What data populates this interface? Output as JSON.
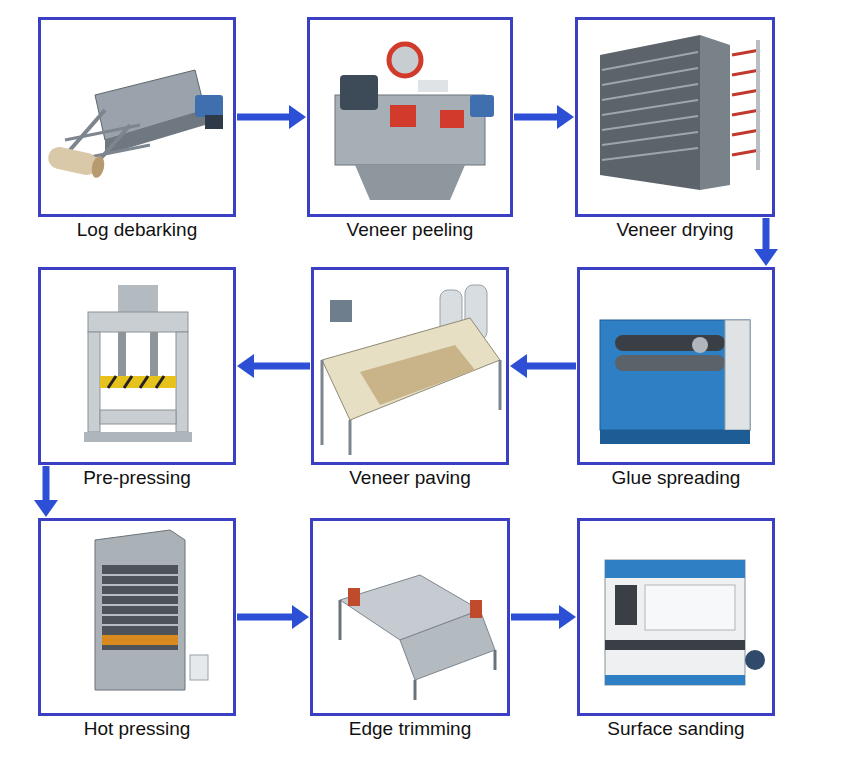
{
  "diagram": {
    "nodes": [
      {
        "text": [
          "Log debarking"
        ]
      },
      {
        "text": [
          "Veneer peeling"
        ]
      },
      {
        "text": [
          "Veneer drying"
        ]
      },
      {
        "text": [
          "Pre-pressing"
        ]
      },
      {
        "text": [
          "Veneer paving"
        ]
      },
      {
        "text": [
          "Glue spreading"
        ]
      },
      {
        "text": [
          "Hot pressing"
        ]
      },
      {
        "text": [
          "Edge trimming"
        ]
      },
      {
        "text": [
          "Surface sanding"
        ]
      }
    ],
    "edges": [
      {
        "from": 0,
        "to": 1,
        "arrow": "to"
      },
      {
        "from": 1,
        "to": 2,
        "arrow": "to"
      },
      {
        "from": 2,
        "to": 5,
        "arrow": "to"
      },
      {
        "from": 5,
        "to": 4,
        "arrow": "to"
      },
      {
        "from": 4,
        "to": 3,
        "arrow": "to"
      },
      {
        "from": 3,
        "to": 6,
        "arrow": "to"
      },
      {
        "from": 6,
        "to": 7,
        "arrow": "to"
      },
      {
        "from": 7,
        "to": 8,
        "arrow": "to"
      }
    ]
  }
}
